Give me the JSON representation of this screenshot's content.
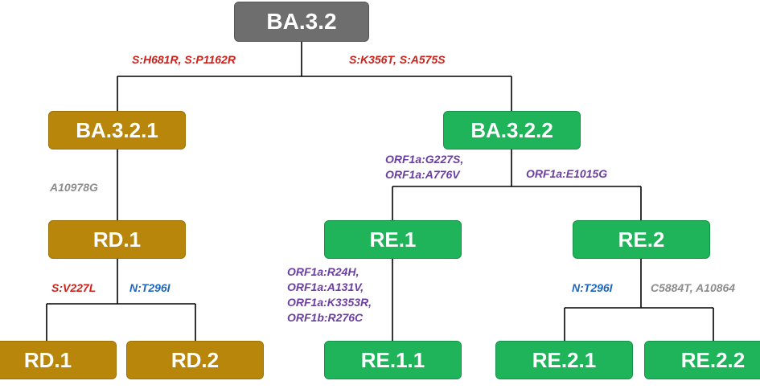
{
  "colors": {
    "root": "#6e6e6e",
    "ba321_lineage": "#b8860b",
    "ba322_lineage": "#1fb45a",
    "line": "#000000",
    "spike": "#d0201a",
    "orf": "#6b3fa0",
    "nucleocapsid": "#1f66c1",
    "synonymous": "#8c8c8c"
  },
  "nodes": {
    "ba32": "BA.3.2",
    "ba321": "BA.3.2.1",
    "ba322": "BA.3.2.2",
    "rd1": "RD.1",
    "re1": "RE.1",
    "re2": "RE.2",
    "rd1_child": "RD.1",
    "rd2": "RD.2",
    "re11": "RE.1.1",
    "re21": "RE.2.1",
    "re22": "RE.2.2"
  },
  "mutations": {
    "ba321": [
      "S:H681R",
      "S:P1162R"
    ],
    "ba322": [
      "S:K356T",
      "S:A575S"
    ],
    "rd1": [
      "A10978G"
    ],
    "re1": [
      "ORF1a:G227S,",
      "ORF1a:A776V"
    ],
    "re2": [
      "ORF1a:E1015G"
    ],
    "rd1_child": [
      "S:V227L"
    ],
    "rd2": [
      "N:T296I"
    ],
    "re11": [
      "ORF1a:R24H,",
      "ORF1a:A131V,",
      "ORF1a:K3353R,",
      "ORF1b:R276C"
    ],
    "re21": [
      "N:T296I"
    ],
    "re22": [
      "C5884T",
      "A10864"
    ]
  }
}
